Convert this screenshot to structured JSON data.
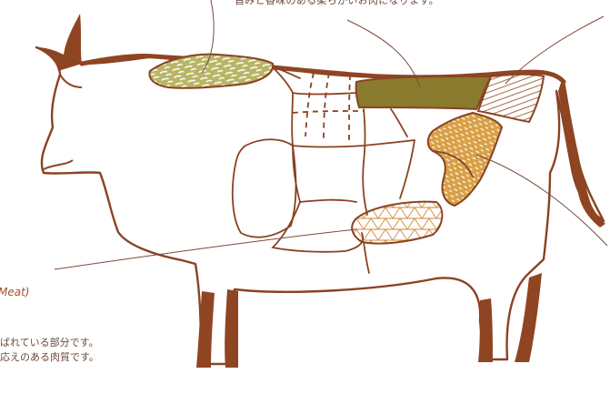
{
  "texts": {
    "top_caption": "旨みと香味のある柔らかいお肉になります。",
    "meat_label": "Meat)",
    "description_line1": "ばれている部分です。",
    "description_line2": "応えのある肉質です。"
  },
  "colors": {
    "outline": "#8a4322",
    "hoof_dark": "#8f4522",
    "leader_line": "#7a4a38",
    "cut_olive": "#8a7a2e",
    "cut_green_pattern": "#b7b45d",
    "cut_orange_pattern": "#d89a3f",
    "text": "#6b4a3a"
  },
  "icons": {
    "diagram": "cow-meat-cuts-diagram"
  }
}
